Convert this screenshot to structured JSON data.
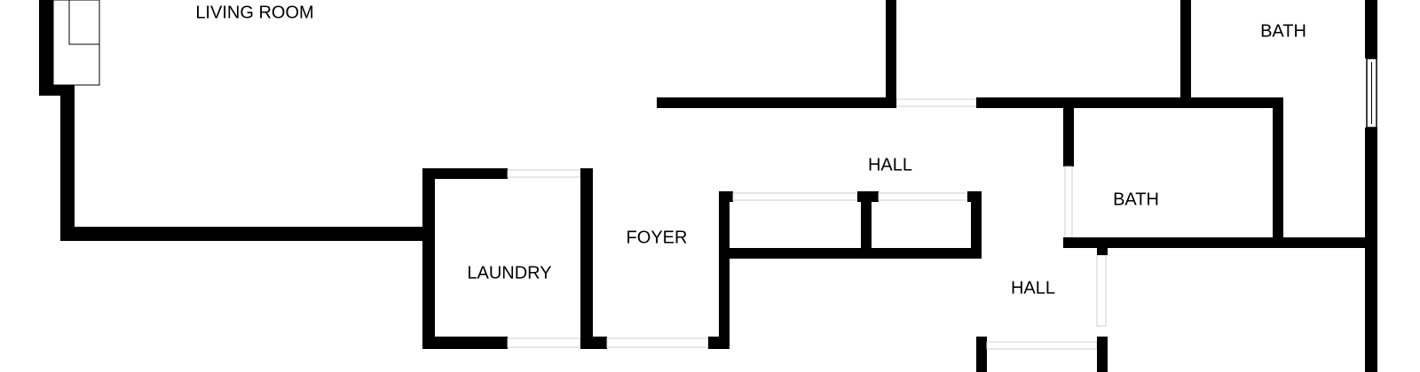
{
  "rooms": {
    "living_room": "LIVING ROOM",
    "bath_upper": "BATH",
    "hall_upper": "HALL",
    "bath_middle": "BATH",
    "foyer": "FOYER",
    "laundry": "LAUNDRY",
    "hall_lower": "HALL"
  },
  "colors": {
    "wall": "#000000",
    "background": "#ffffff",
    "opening_edge": "#cfcfcf"
  }
}
